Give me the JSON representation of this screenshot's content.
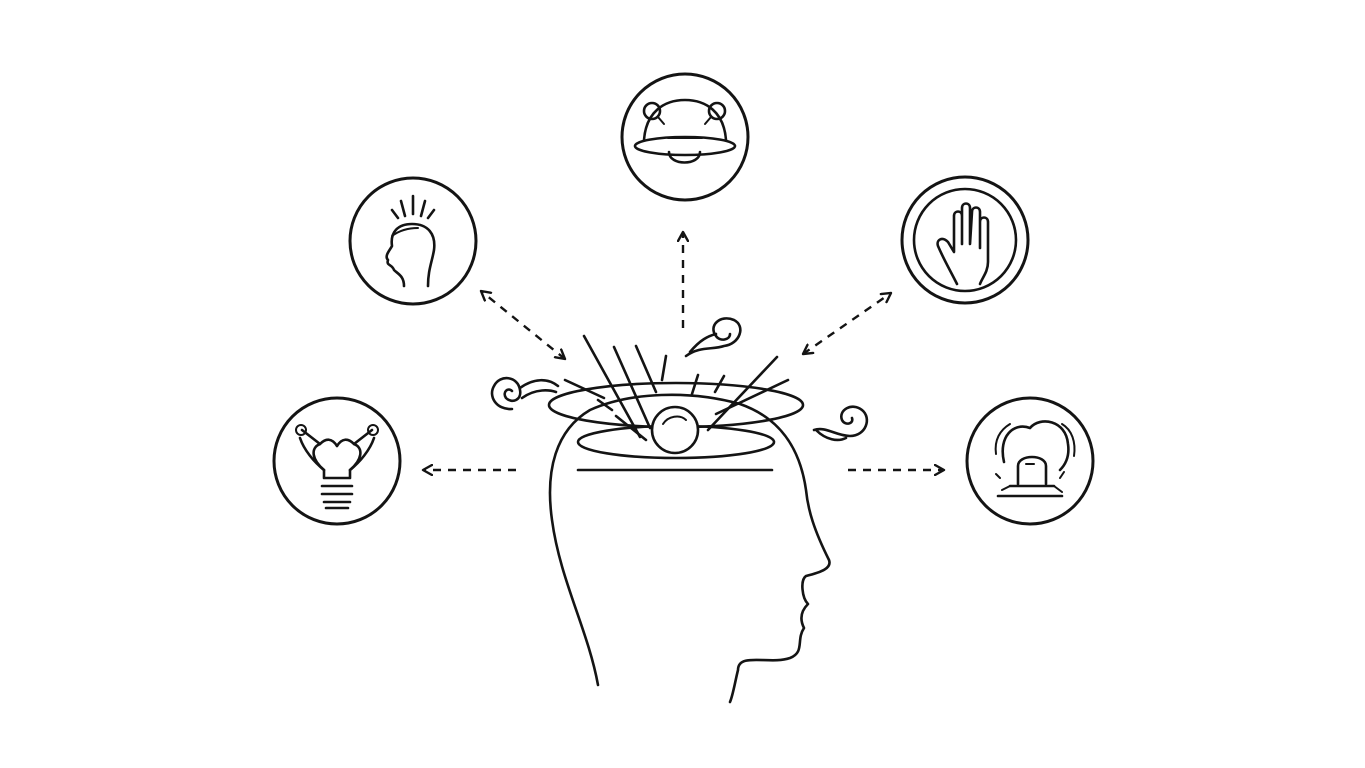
{
  "diagram": {
    "central": {
      "name": "human-head-profile"
    },
    "nodes": [
      {
        "id": "top",
        "icon": "alien-saucer-icon"
      },
      {
        "id": "upper-left",
        "icon": "radiating-head-icon"
      },
      {
        "id": "upper-right",
        "icon": "raised-hand-icon"
      },
      {
        "id": "left",
        "icon": "lightbulb-arms-icon"
      },
      {
        "id": "right",
        "icon": "siren-alarm-icon"
      }
    ],
    "edges": [
      {
        "from": "head",
        "to": "top",
        "style": "dashed",
        "direction": "to"
      },
      {
        "from": "head",
        "to": "upper-left",
        "style": "dashed",
        "direction": "both"
      },
      {
        "from": "head",
        "to": "upper-right",
        "style": "dashed",
        "direction": "both"
      },
      {
        "from": "head",
        "to": "left",
        "style": "dashed",
        "direction": "to"
      },
      {
        "from": "head",
        "to": "right",
        "style": "dashed",
        "direction": "to"
      }
    ],
    "colors": {
      "stroke": "#141414",
      "background": "#ffffff"
    }
  }
}
